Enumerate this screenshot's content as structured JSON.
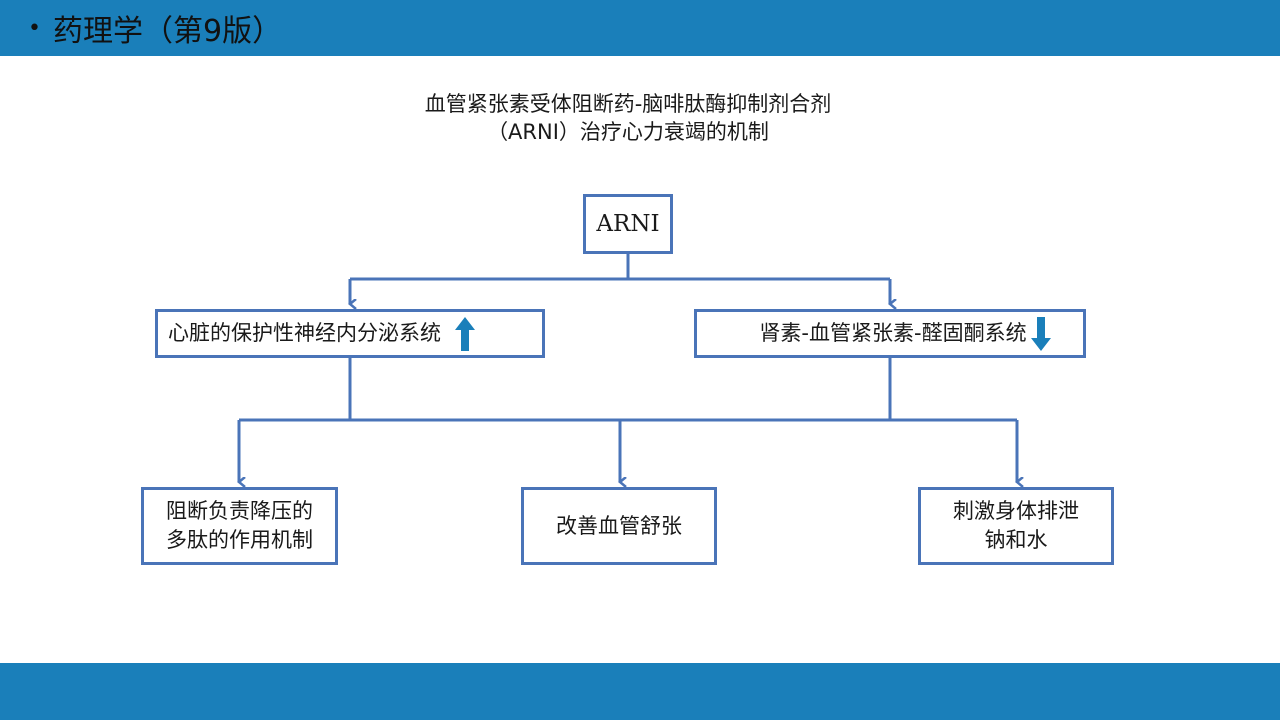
{
  "header": {
    "bullet": "•",
    "title": "药理学（第9版）"
  },
  "diagram": {
    "title_line1": "血管紧张素受体阻断药-脑啡肽酶抑制剂合剂",
    "title_line2": "（ARNI）治疗心力衰竭的机制",
    "root": "ARNI",
    "left_branch": {
      "label": "心脏的保护性神经内分泌系统",
      "trend_icon": "up-arrow-icon"
    },
    "right_branch": {
      "label": "肾素-血管紧张素-醛固酮系统",
      "trend_icon": "down-arrow-icon"
    },
    "outcomes": [
      {
        "line1": "阻断负责降压的",
        "line2": "多肽的作用机制"
      },
      {
        "line1": "改善血管舒张",
        "line2": ""
      },
      {
        "line1": "刺激身体排泄",
        "line2": "钠和水"
      }
    ]
  },
  "colors": {
    "header_bar": "#1a7fba",
    "box_border": "#4a74b8",
    "trend_arrow": "#1a7fba"
  }
}
